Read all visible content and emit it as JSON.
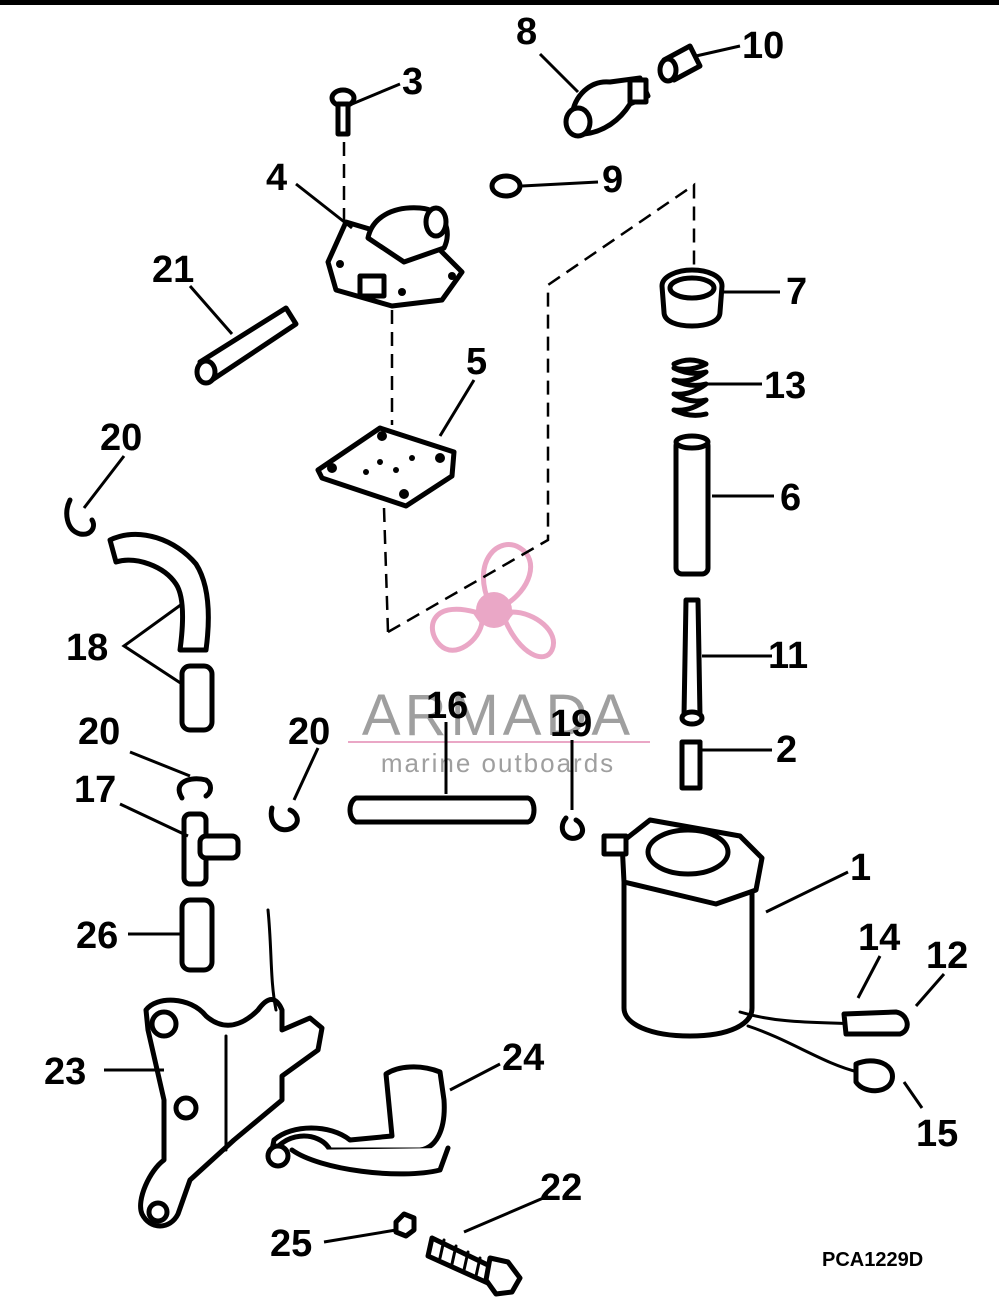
{
  "diagram": {
    "callouts": [
      "1",
      "2",
      "3",
      "4",
      "5",
      "6",
      "7",
      "8",
      "9",
      "10",
      "11",
      "12",
      "13",
      "14",
      "15",
      "16",
      "17",
      "18",
      "19",
      "20",
      "20",
      "20",
      "21",
      "22",
      "23",
      "24",
      "25",
      "26"
    ],
    "drawing_code": "PCA1229D"
  },
  "watermark": {
    "brand": "ARMADA",
    "tagline": "marine outboards",
    "colors": {
      "pink": "#e9a3c3",
      "grey": "#9a9a9a"
    }
  }
}
